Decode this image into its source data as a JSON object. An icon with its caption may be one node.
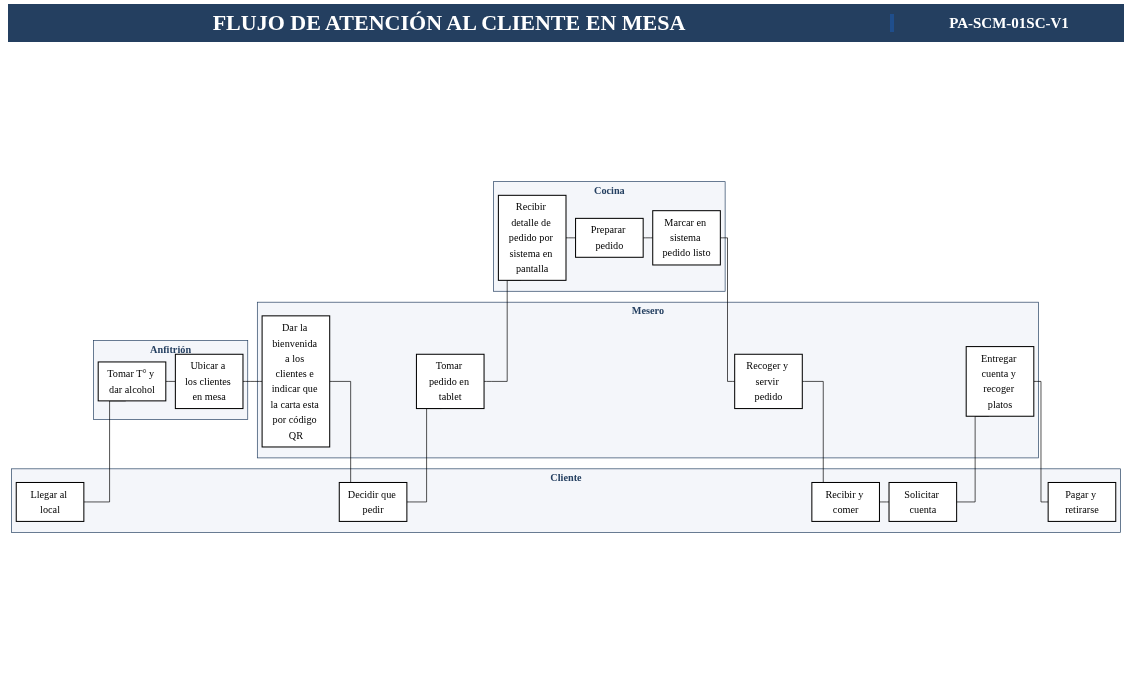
{
  "diagram": {
    "title": "FLUJO DE ATENCIÓN AL CLIENTE EN MESA",
    "nodes": [
      {
        "text": [
          "Cliente"
        ]
      },
      {
        "text": [
          "Anfitrión"
        ]
      },
      {
        "text": [
          "Mesero"
        ]
      },
      {
        "text": [
          "Cocina"
        ]
      },
      {
        "text": [
          "Llegar al local"
        ],
        "in": 0
      },
      {
        "text": [
          "Decidir que pedir"
        ],
        "in": 0
      },
      {
        "text": [
          "Recibir y comer"
        ],
        "in": 0
      },
      {
        "text": [
          "Solicitar cuenta"
        ],
        "in": 0
      },
      {
        "text": [
          "Pagar y retirarse"
        ],
        "in": 0
      },
      {
        "text": [
          "Tomar T° y dar alcohol"
        ],
        "in": 1
      },
      {
        "text": [
          "Ubicar a los clientes en mesa"
        ],
        "in": 1
      },
      {
        "text": [
          "Dar la bienvenida a los clientes e indicar que la carta esta por código QR"
        ],
        "in": 2
      },
      {
        "text": [
          "Tomar pedido en tablet"
        ],
        "in": 2
      },
      {
        "text": [
          "Recoger y servir pedido"
        ],
        "in": 2
      },
      {
        "text": [
          "Entregar cuenta y recoger platos"
        ],
        "in": 2
      },
      {
        "text": [
          "Recibir detalle de pedido por sistema en pantalla"
        ],
        "in": 3
      },
      {
        "text": [
          "Preparar pedido"
        ],
        "in": 3
      },
      {
        "text": [
          "Marcar en sistema pedido listo"
        ],
        "in": 3
      }
    ],
    "edges": [
      {
        "from": 4,
        "to": 9,
        "arrow": "none"
      },
      {
        "from": 9,
        "to": 10,
        "arrow": "none"
      },
      {
        "from": 10,
        "to": 11,
        "arrow": "none"
      },
      {
        "from": 11,
        "to": 5,
        "arrow": "none"
      },
      {
        "from": 5,
        "to": 12,
        "arrow": "none"
      },
      {
        "from": 12,
        "to": 15,
        "arrow": "none"
      },
      {
        "from": 15,
        "to": 16,
        "arrow": "none"
      },
      {
        "from": 16,
        "to": 17,
        "arrow": "none"
      },
      {
        "from": 17,
        "to": 13,
        "arrow": "none"
      },
      {
        "from": 13,
        "to": 6,
        "arrow": "none"
      },
      {
        "from": 6,
        "to": 7,
        "arrow": "none"
      },
      {
        "from": 7,
        "to": 14,
        "arrow": "none"
      },
      {
        "from": 14,
        "to": 8,
        "arrow": "none"
      }
    ],
    "labels": [
      "PA-SCM-01SC-V1"
    ]
  }
}
